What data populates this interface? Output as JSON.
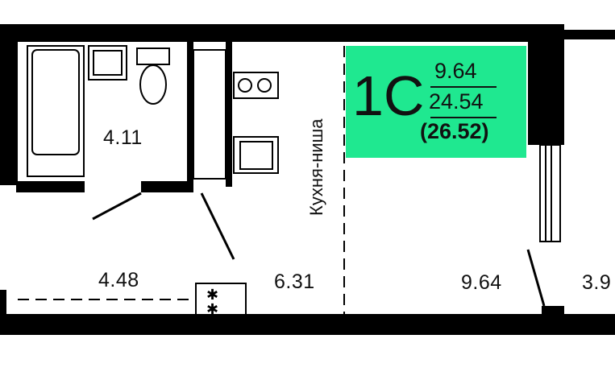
{
  "apartment": {
    "type": "1С",
    "living_area": "9.64",
    "total_area": "24.54",
    "total_with_balcony": "(26.52)",
    "accent_color": "#1fe890"
  },
  "rooms": {
    "bathroom": "4.11",
    "hall": "4.48",
    "kitchen_area": "6.31",
    "room": "9.64",
    "balcony": "3.9",
    "kitchen_label": "Кухня-ниша"
  }
}
